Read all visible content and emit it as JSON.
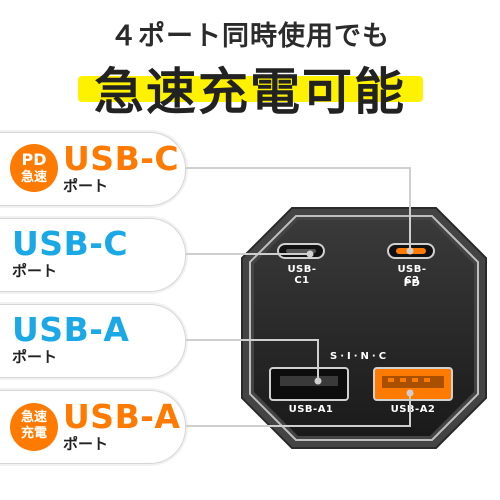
{
  "header": {
    "subtitle": "４ポート同時使用でも",
    "title": "急速充電可能"
  },
  "ports": [
    {
      "name": "USB-C",
      "sub": "ポート",
      "badge": [
        "PD",
        "急速"
      ],
      "color": "#ff7a00"
    },
    {
      "name": "USB-C",
      "sub": "ポート",
      "badge": null,
      "color": "#1aa8e6"
    },
    {
      "name": "USB-A",
      "sub": "ポート",
      "badge": null,
      "color": "#1aa8e6"
    },
    {
      "name": "USB-A",
      "sub": "ポート",
      "badge": [
        "急速",
        "充電"
      ],
      "color": "#ff7a00"
    }
  ],
  "device": {
    "logo": "S·I·N·C",
    "labels": {
      "c1": "USB-C1",
      "c2": "USB-C2",
      "c2_sub": "PD",
      "a1": "USB-A1",
      "a2": "USB-A2"
    }
  },
  "colors": {
    "accent_orange": "#ff7a00",
    "accent_blue": "#1aa8e6",
    "highlight": "#fff200"
  }
}
